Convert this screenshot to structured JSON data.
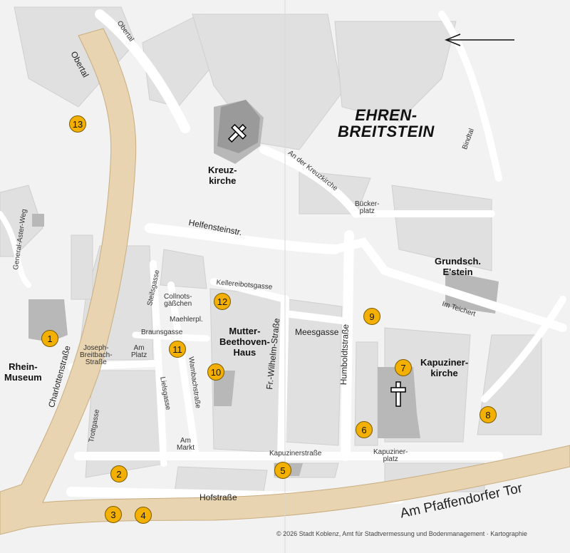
{
  "map": {
    "district": "EHREN-\nBREITSTEIN",
    "pois": {
      "kreuzkirche": "Kreuz-\nkirche",
      "rhein_museum": "Rhein-\nMuseum",
      "beethoven_haus": "Mutter-\nBeethoven-\nHaus",
      "grundschule": "Grundsch.\nE'stein",
      "kapuzinerkirche": "Kapuziner-\nkirche"
    },
    "streets": {
      "obertal_top": "Obertal",
      "obertal": "Obertal",
      "general_aster_weg": "General-Aster-Weg",
      "charlottenstrasse": "Charlottenstraße",
      "an_der_kreuzkirche": "An der Kreuzkirche",
      "bindtal": "Bindtal",
      "bueckerplatz": "Bücker-\nplatz",
      "helfensteinstr": "Helfensteinstr.",
      "kellereibotsgasse": "Kellereibotsgasse",
      "im_teichert": "Im Teichert",
      "stellsgasse": "Steilsgasse",
      "collnotsgaesschen": "Collnots-\ngäßchen",
      "maehlerpl": "Maehlerpl.",
      "braunsgasse": "Braunsgasse",
      "joseph_breitbach": "Joseph-\nBreitbach-\nStraße",
      "am_platz": "Am\nPlatz",
      "meesgasse": "Meesgasse",
      "fr_wilhelm": "Fr.-Wilhelm-Straße",
      "humboldtstrasse": "Humboldtstraße",
      "trottgasse": "Trottgasse",
      "lielsgasse": "Lielsgasse",
      "wambachstrasse": "Wambachstraße",
      "am_markt": "Am\nMarkt",
      "kapuzinerstrasse": "Kapuzinerstraße",
      "kapuzinerplatz": "Kapuziner-\nplatz",
      "hofstrasse": "Hofstraße",
      "am_pfaffendorfer_tor": "Am Pfaffendorfer Tor"
    },
    "markers": [
      "1",
      "2",
      "3",
      "4",
      "5",
      "6",
      "7",
      "8",
      "9",
      "10",
      "11",
      "12",
      "13"
    ],
    "copyright": "© 2026 Stadt Koblenz, Amt für Stadtvermessung und Bodenmanagement · Kartographie",
    "colors": {
      "background": "#f2f2f2",
      "road": "#ffffff",
      "main_road": "#e8d4b0",
      "block": "#d6d6d6",
      "building": "#b8b8b8",
      "marker": "#f3b000"
    }
  }
}
